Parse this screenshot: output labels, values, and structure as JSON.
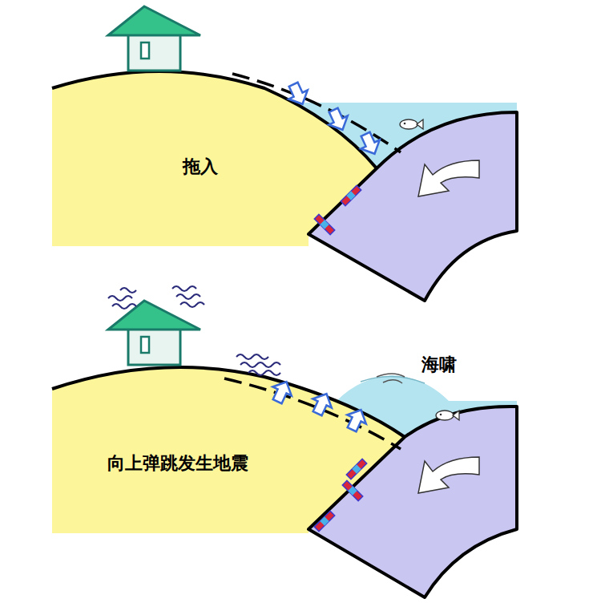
{
  "diagram": {
    "labels": [
      "拖入",
      "向上弹跳发生地震",
      "海啸"
    ]
  }
}
